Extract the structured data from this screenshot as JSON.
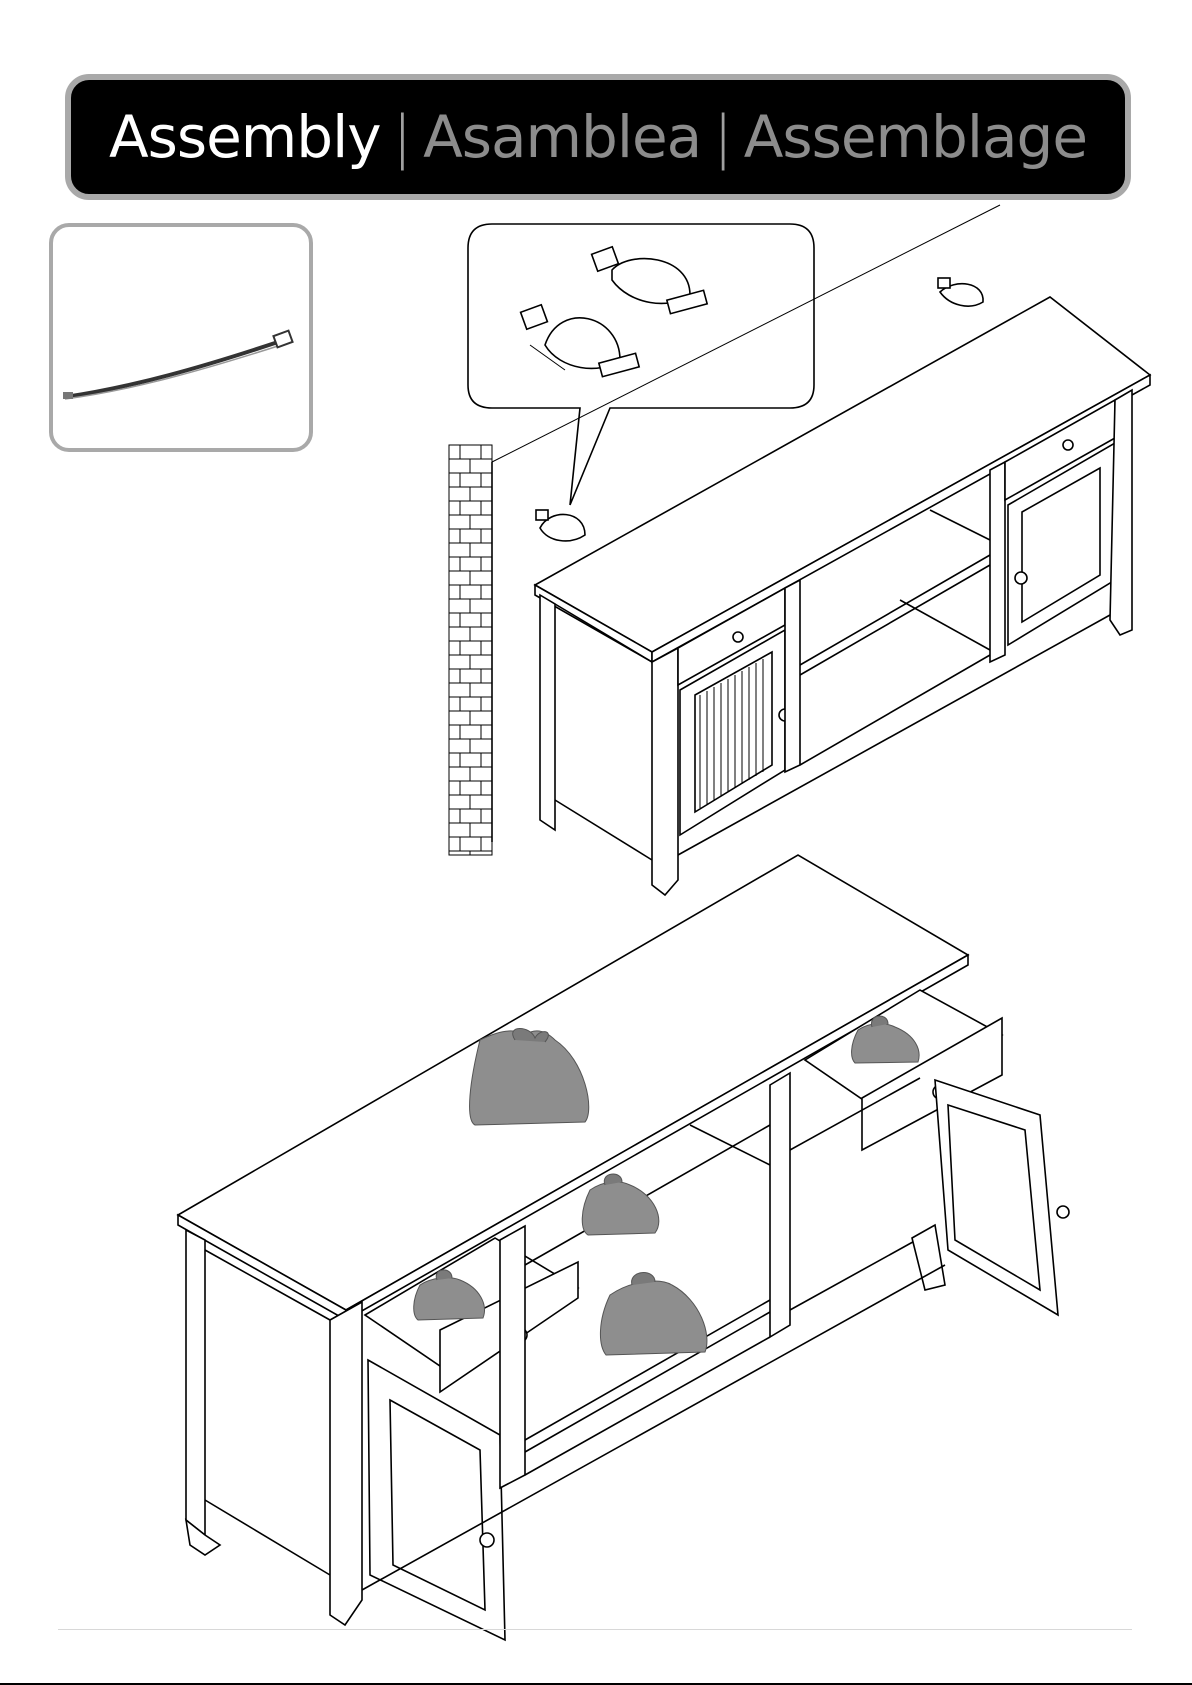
{
  "header": {
    "word_en": "Assembly",
    "separator_1": "|",
    "word_es": "Asamblea",
    "separator_2": "|",
    "word_fr": "Assemblage"
  },
  "part_box": {
    "icon": "cable-tie-icon"
  },
  "illustrations": {
    "wall_mount": "tv-stand-anchored-to-wall-illustration",
    "detail_callout": "anti-tip-bracket-detail-icon",
    "loaded_stand": "tv-stand-with-weight-bags-illustration"
  },
  "colors": {
    "header_bg": "#000000",
    "header_border": "#a9a9a9",
    "header_primary": "#ffffff",
    "header_secondary": "#8c8c8c",
    "bag": "#8e8e8e"
  }
}
